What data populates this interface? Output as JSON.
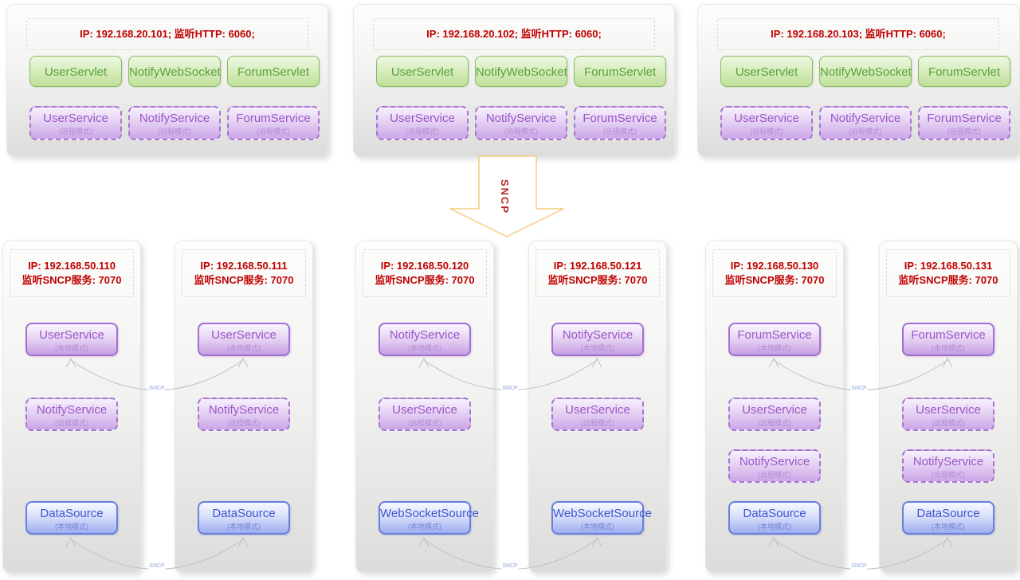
{
  "colors": {
    "ip_text": "#c00000",
    "servlet_green_border": "#87bb5e",
    "servlet_green_text": "#58a23a",
    "service_purple_border": "#a46fd0",
    "service_purple_text": "#9b55c8",
    "source_blue_border": "#6b7edd",
    "source_blue_text": "#3d55cf",
    "arrow_outline": "#f2cd7e",
    "arrow_label_text": "#b42b2b",
    "link_curve": "#bfbfbf",
    "link_label_text": "#8aa6da"
  },
  "top_servers": [
    {
      "ip_line": "IP: 192.168.20.101;  监听HTTP: 6060;",
      "servlets": [
        {
          "label": "UserServlet"
        },
        {
          "label": "NotifyWebSocket"
        },
        {
          "label": "ForumServlet"
        }
      ],
      "services": [
        {
          "name": "UserService",
          "mode": "(远程模式)"
        },
        {
          "name": "NotifyService",
          "mode": "(远程模式)"
        },
        {
          "name": "ForumService",
          "mode": "(远程模式)"
        }
      ]
    },
    {
      "ip_line": "IP: 192.168.20.102;  监听HTTP: 6060;",
      "servlets": [
        {
          "label": "UserServlet"
        },
        {
          "label": "NotifyWebSocket"
        },
        {
          "label": "ForumServlet"
        }
      ],
      "services": [
        {
          "name": "UserService",
          "mode": "(远程模式)"
        },
        {
          "name": "NotifyService",
          "mode": "(远程模式)"
        },
        {
          "name": "ForumService",
          "mode": "(远程模式)"
        }
      ]
    },
    {
      "ip_line": "IP: 192.168.20.103;  监听HTTP: 6060;",
      "servlets": [
        {
          "label": "UserServlet"
        },
        {
          "label": "NotifyWebSocket"
        },
        {
          "label": "ForumServlet"
        }
      ],
      "services": [
        {
          "name": "UserService",
          "mode": "(远程模式)"
        },
        {
          "name": "NotifyService",
          "mode": "(远程模式)"
        },
        {
          "name": "ForumService",
          "mode": "(远程模式)"
        }
      ]
    }
  ],
  "sncp_arrow": {
    "label": "SNCP"
  },
  "link_label": "SNCP",
  "sncp_nodes": [
    {
      "ip_line1": "IP: 192.168.50.110",
      "ip_line2": "监听SNCP服务: 7070",
      "local_service": {
        "name": "UserService",
        "mode": "(本地模式)"
      },
      "remote_service": {
        "name": "NotifyService",
        "mode": "(远程模式)"
      },
      "source": {
        "name": "DataSource",
        "mode": "(本地模式)"
      }
    },
    {
      "ip_line1": "IP: 192.168.50.111",
      "ip_line2": "监听SNCP服务: 7070",
      "local_service": {
        "name": "UserService",
        "mode": "(本地模式)"
      },
      "remote_service": {
        "name": "NotifyService",
        "mode": "(远程模式)"
      },
      "source": {
        "name": "DataSource",
        "mode": "(本地模式)"
      }
    },
    {
      "ip_line1": "IP: 192.168.50.120",
      "ip_line2": "监听SNCP服务: 7070",
      "local_service": {
        "name": "NotifyService",
        "mode": "(本地模式)"
      },
      "remote_service": {
        "name": "UserService",
        "mode": "(远程模式)"
      },
      "source": {
        "name": "WebSocketSource",
        "mode": "(本地模式)"
      }
    },
    {
      "ip_line1": "IP: 192.168.50.121",
      "ip_line2": "监听SNCP服务: 7070",
      "local_service": {
        "name": "NotifyService",
        "mode": "(本地模式)"
      },
      "remote_service": {
        "name": "UserService",
        "mode": "(远程模式)"
      },
      "source": {
        "name": "WebSocketSource",
        "mode": "(本地模式)"
      }
    },
    {
      "ip_line1": "IP: 192.168.50.130",
      "ip_line2": "监听SNCP服务: 7070",
      "local_service": {
        "name": "ForumService",
        "mode": "(本地模式)"
      },
      "remote_service": {
        "name": "UserService",
        "mode": "(远程模式)"
      },
      "remote_service2": {
        "name": "NotifyService",
        "mode": "(远程模式)"
      },
      "source": {
        "name": "DataSource",
        "mode": "(本地模式)"
      }
    },
    {
      "ip_line1": "IP: 192.168.50.131",
      "ip_line2": "监听SNCP服务: 7070",
      "local_service": {
        "name": "ForumService",
        "mode": "(本地模式)"
      },
      "remote_service": {
        "name": "UserService",
        "mode": "(远程模式)"
      },
      "remote_service2": {
        "name": "NotifyService",
        "mode": "(远程模式)"
      },
      "source": {
        "name": "DataSource",
        "mode": "(本地模式)"
      }
    }
  ]
}
